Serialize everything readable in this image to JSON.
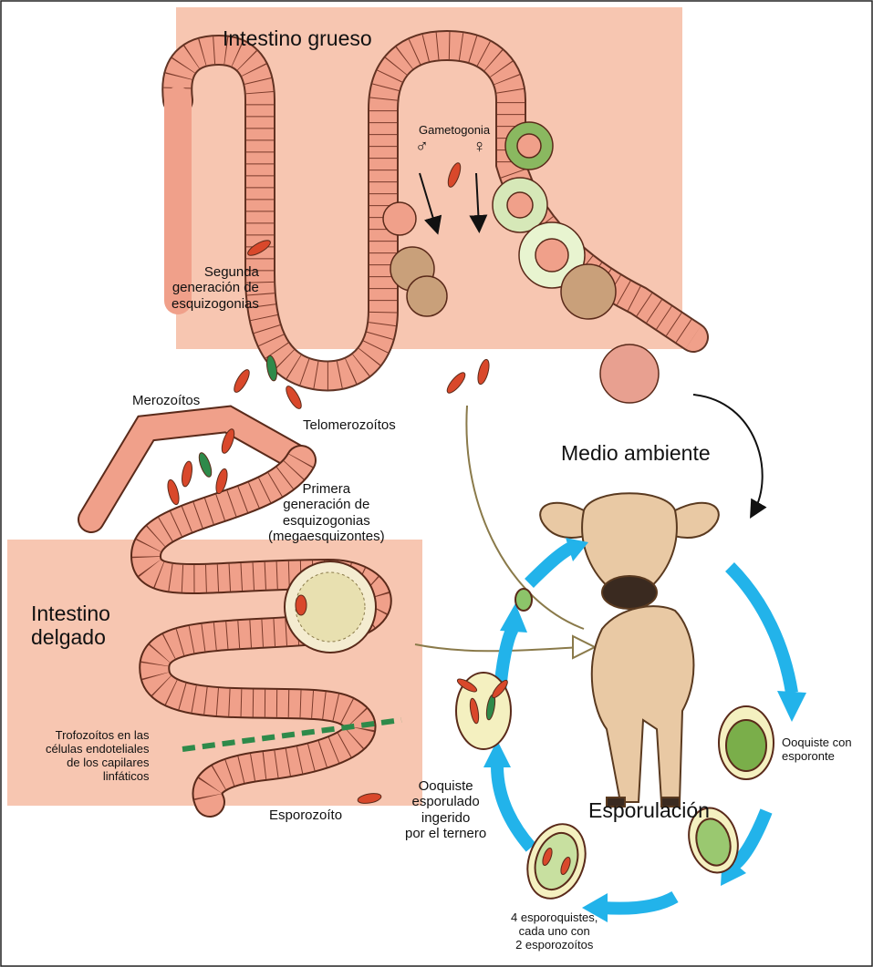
{
  "regions": {
    "large_intestine": "Intestino grueso",
    "small_intestine": "Intestino\ndelgado",
    "environment": "Medio ambiente",
    "sporulation": "Esporulación"
  },
  "labels": {
    "gametogony": "Gametogonia",
    "male_symbol": "♂",
    "female_symbol": "♀",
    "second_schizogony": "Segunda\ngeneración de\nesquizogonias",
    "telomerozoites": "Telomerozoítos",
    "merozoites": "Merozoítos",
    "first_schizogony": "Primera\ngeneración de\nesquizogonias\n(megaesquizontes)",
    "trophozoites": "Trofozoítos en las\ncélulas endoteliales\nde los capilares\nlinfáticos",
    "sporozoite": "Esporozoíto",
    "oocyst_sporont": "Ooquiste con\nesporonte",
    "sporulated_oocyst": "Ooquiste\nesporulado\ningerido\npor el ternero",
    "sporocysts": "4 esporoquistes,\ncada uno con\n2 esporozoítos"
  },
  "colors": {
    "large_intestine_bg": "#f7c6b1",
    "small_intestine_bg": "#f7c6b1",
    "epithelium": "#f0a08a",
    "cell_border": "#5a2a1a",
    "parasite_red": "#d9482b",
    "parasite_green": "#2e8a4a",
    "oocyst_green": "#8cc46a",
    "cycle_arrow": "#22b3ea",
    "route_arrow": "#8a7a4a",
    "calf": "#e9c9a4"
  }
}
